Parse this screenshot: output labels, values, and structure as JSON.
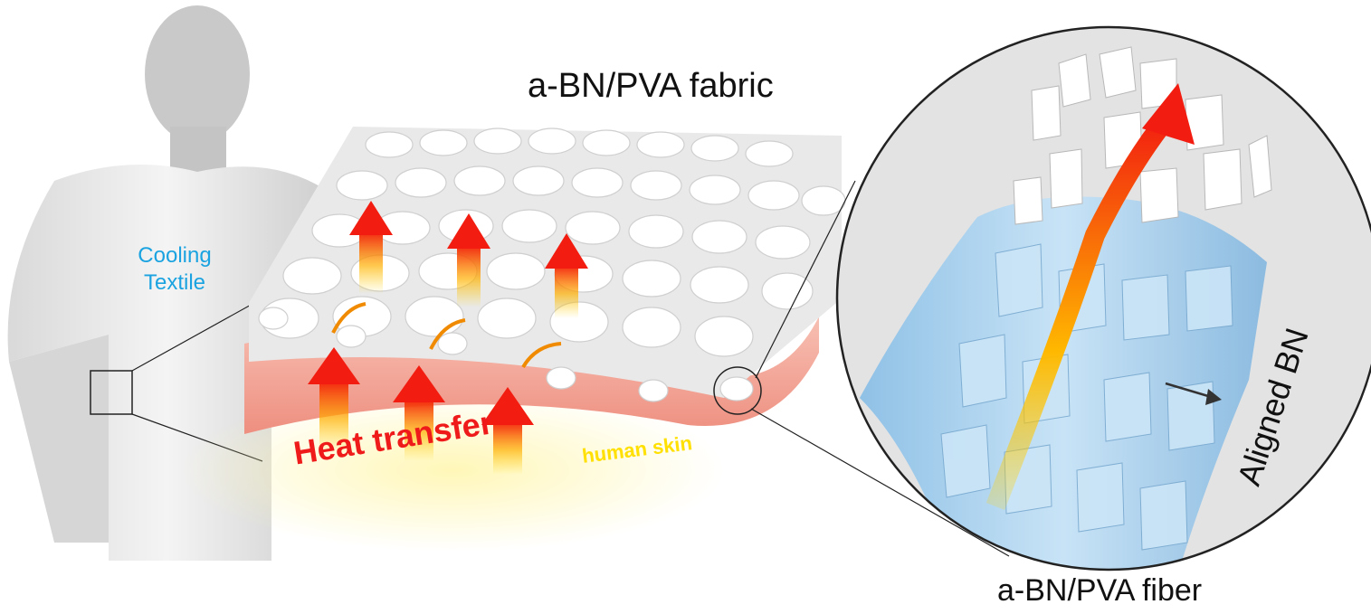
{
  "labels": {
    "fabric_title": "a-BN/PVA fabric",
    "fiber_title": "a-BN/PVA fiber",
    "cooling_line1": "Cooling",
    "cooling_line2": "Textile",
    "heat_transfer": "Heat transfer",
    "human_skin": "human skin",
    "aligned_bn": "Aligned BN"
  },
  "colors": {
    "cooling_text": "#1aa3e0",
    "heat_text": "#ef1b1b",
    "skin_text": "#ffe000",
    "skin_layer": "#f3a99a",
    "fiber_blue": "#aed3ee",
    "arrow_red": "#f21d10",
    "arrow_yellow": "#ffd400"
  }
}
